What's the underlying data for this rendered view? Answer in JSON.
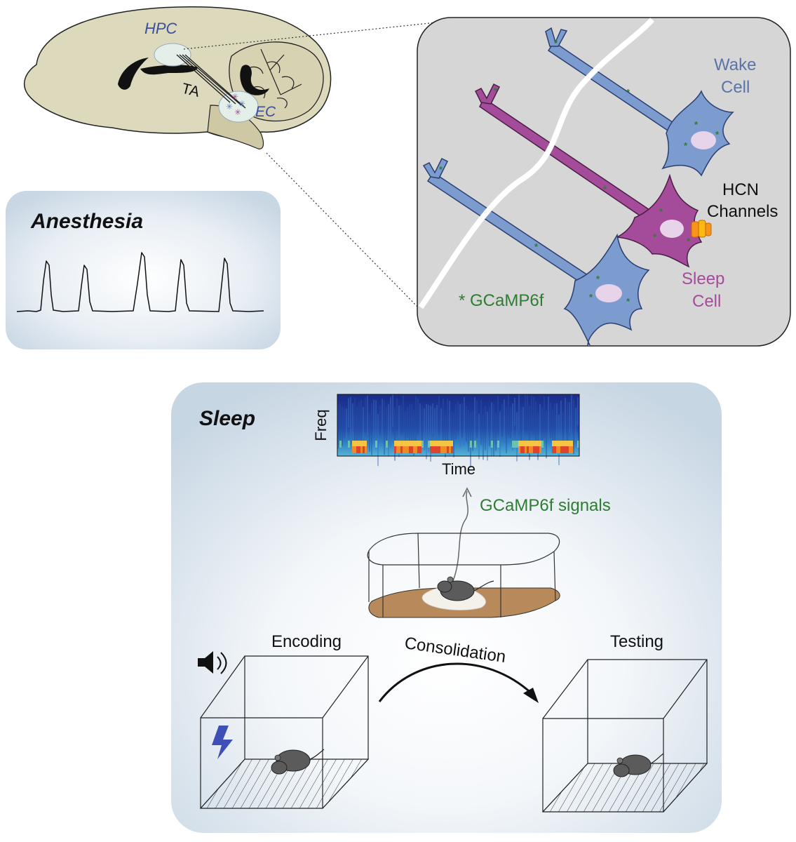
{
  "brain": {
    "hpc_label": "HPC",
    "ta_label": "TA",
    "ec_label": "EC"
  },
  "neurons": {
    "wake_cell_line1": "Wake",
    "wake_cell_line2": "Cell",
    "hcn_line1": "HCN",
    "hcn_line2": "Channels",
    "sleep_cell_line1": "Sleep",
    "sleep_cell_line2": "Cell",
    "gcamp_legend": "* GCaMP6f"
  },
  "anesthesia": {
    "title": "Anesthesia"
  },
  "sleep_panel": {
    "title": "Sleep",
    "spectrogram_ylabel": "Freq",
    "spectrogram_xlabel": "Time",
    "signals_label": "GCaMP6f signals",
    "encoding_label": "Encoding",
    "consolidation_label": "Consolidation",
    "testing_label": "Testing"
  },
  "colors": {
    "wake_cell": "#7c9ccf",
    "sleep_cell": "#a44c9a",
    "gcamp": "#2e7d32",
    "hcn": "#f7941d",
    "brain_fill": "#ddd9bd",
    "label_blue": "#3b4f9c",
    "sleep_label": "#a44c9a"
  }
}
